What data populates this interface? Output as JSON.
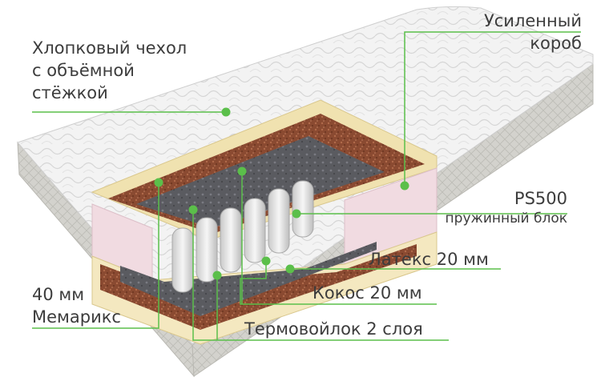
{
  "labels": {
    "cover": [
      "Хлопковый чехол",
      "с объёмной",
      "стёжкой"
    ],
    "box": [
      "Усиленный",
      "короб"
    ],
    "spring_title": "PS500",
    "spring_sub": "пружинный блок",
    "latex": "Латекс 20 мм",
    "coconut": "Кокос 20 мм",
    "felt": "Термовойлок 2 слоя",
    "memorix": [
      "40 мм",
      "Мемарикс"
    ]
  },
  "colors": {
    "callout": "#5bbf4a",
    "text": "#3c3c3c",
    "quilt": "#f2f2f2",
    "side": "#d2d1cc",
    "latex": "#f0e2b0",
    "coconut": "#8e4a30",
    "felt": "#5d5d62",
    "pink": "#f1dbe1",
    "spring": "#e8e8e8"
  }
}
